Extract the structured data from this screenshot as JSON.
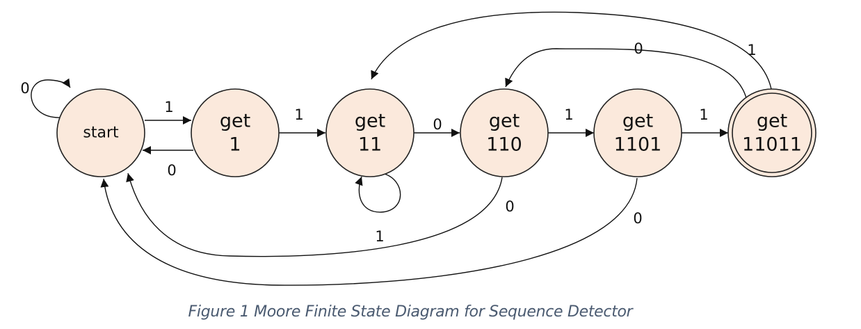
{
  "states": [
    {
      "id": "start",
      "lines": [
        "start"
      ],
      "accepting": false
    },
    {
      "id": "get1",
      "lines": [
        "get",
        "1"
      ],
      "accepting": false
    },
    {
      "id": "get11",
      "lines": [
        "get",
        "11"
      ],
      "accepting": false
    },
    {
      "id": "get110",
      "lines": [
        "get",
        "110"
      ],
      "accepting": false
    },
    {
      "id": "get1101",
      "lines": [
        "get",
        "1101"
      ],
      "accepting": false
    },
    {
      "id": "get11011",
      "lines": [
        "get",
        "11011"
      ],
      "accepting": true
    }
  ],
  "transitions": [
    {
      "from": "start",
      "to": "start",
      "label": "0"
    },
    {
      "from": "start",
      "to": "get1",
      "label": "1"
    },
    {
      "from": "get1",
      "to": "start",
      "label": "0"
    },
    {
      "from": "get1",
      "to": "get11",
      "label": "1"
    },
    {
      "from": "get11",
      "to": "get11",
      "label": "1"
    },
    {
      "from": "get11",
      "to": "get110",
      "label": "0"
    },
    {
      "from": "get110",
      "to": "get1101",
      "label": "1"
    },
    {
      "from": "get110",
      "to": "start",
      "label": "0"
    },
    {
      "from": "get1101",
      "to": "get11011",
      "label": "1"
    },
    {
      "from": "get1101",
      "to": "start",
      "label": "0"
    },
    {
      "from": "get11011",
      "to": "get110",
      "label": "0"
    },
    {
      "from": "get11011",
      "to": "get11",
      "label": "1"
    }
  ],
  "caption": "Figure 1 Moore Finite State Diagram for Sequence Detector",
  "colors": {
    "state_fill": "#fbe9dc",
    "stroke": "#222222",
    "caption": "#4a5a70"
  }
}
